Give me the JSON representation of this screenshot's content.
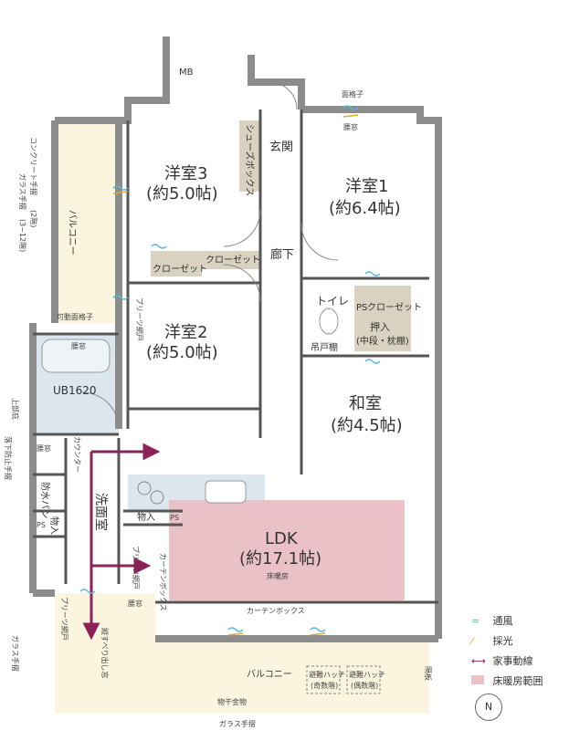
{
  "colors": {
    "wall": "#8c8c8c",
    "balcony": "#fbf5df",
    "bath": "#dbe6ee",
    "heating": "#e9c1c6",
    "arrow": "#8b2358",
    "storage": "#d9d2c0"
  },
  "rooms": {
    "mb": "MB",
    "genkan": "玄関",
    "shoebox": "シューズボックス",
    "western3": {
      "name": "洋室3",
      "size": "(約5.0帖)"
    },
    "western1": {
      "name": "洋室1",
      "size": "(約6.4帖)"
    },
    "western2": {
      "name": "洋室2",
      "size": "(約5.0帖)"
    },
    "corridor": "廊下",
    "closet": "クローゼット",
    "closet2": "クローゼット",
    "closet3": "クローゼット",
    "toilet": "トイレ",
    "hanging_shelf": "吊戸棚",
    "oshiire": "押入",
    "oshiire_sub": "(中段・枕棚)",
    "washitsu": {
      "name": "和室",
      "size": "(約4.5帖)"
    },
    "ldk": {
      "name": "LDK",
      "size": "(約17.1帖)",
      "heating": "床暖房"
    },
    "bath": "UB1620",
    "senmen": "洗面室",
    "bousui": "防水パン",
    "storage": "物入",
    "storage2": "物入",
    "ps": "PS",
    "ps2": "PS",
    "ps3": "PS",
    "balcony": "バルコニー",
    "balcony2": "バルコニー"
  },
  "labels": {
    "mado_koushi": "面格子",
    "koshi_mado": "腰窓",
    "koshi_mado2": "腰窓",
    "koshi_mado3": "腰窓",
    "koshi_mado4": "腰窓",
    "kadou_koushi": "可動面格子",
    "concrete_rail": "コンクリート手摺",
    "concrete_rail_note": "(2階)",
    "glass_rail_left": "ガラス手摺",
    "glass_rail_left_note": "(3~12階)",
    "pleats_ami": "プリーツ網戸",
    "pleats_ami2": "プリーツ網戸",
    "pleats_ami3": "プリーツ網戸",
    "joubu_hisashi": "上部庇",
    "rakka_boushi": "落下防止手摺",
    "counter": "カウンター",
    "curtain_box_v": "カーテンボックス",
    "curtain_box_h": "カーテンボックス",
    "tate_suberi": "縦すべり出し窓",
    "glass_rail_bottom_left": "ガラス手摺",
    "hinan_hatch1": "避難ハッチ",
    "hinan_hatch1_note": "(奇数階)",
    "hinan_hatch2": "避難ハッチ",
    "hinan_hatch2_note": "(偶数階)",
    "monohoshi": "物干金物",
    "glass_rail_bottom": "ガラス手摺",
    "shikiri": "隔板"
  },
  "legend": [
    {
      "icon": "wind-icon",
      "label": "通風"
    },
    {
      "icon": "light-icon",
      "label": "採光"
    },
    {
      "icon": "arrow-icon",
      "label": "家事動線"
    },
    {
      "icon": "heating-icon",
      "label": "床暖房範囲"
    }
  ],
  "compass": "N"
}
